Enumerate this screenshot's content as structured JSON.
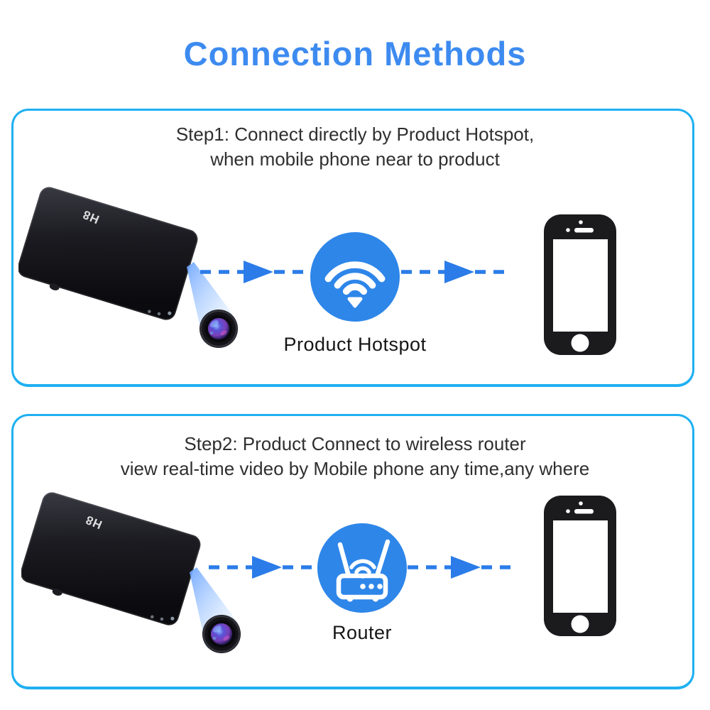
{
  "title": "Connection Methods",
  "colors": {
    "title_blue": "#3d8bf0",
    "panel_border": "#1fb0f2",
    "icon_circle_blue": "#2e86e9",
    "arrow_blue": "#2b7ce9",
    "beam_blue": "#8cbdff",
    "heading_text": "#2f2f2f",
    "device_black": "#17171c"
  },
  "device": {
    "logo": "H8"
  },
  "icons": {
    "hotspot": "wifi-icon",
    "router": "router-icon",
    "phone": "smartphone-icon",
    "device": "powerbank-camera",
    "arrow": "dashed-arrow-right",
    "lens": "camera-lens-icon"
  },
  "step1": {
    "line1": "Step1: Connect directly by Product Hotspot,",
    "line2": "when mobile phone near to product",
    "hotspot_label": "Product Hotspot"
  },
  "step2": {
    "line1": "Step2: Product Connect to wireless router",
    "line2": "view real-time video by Mobile phone any time,any where",
    "router_label": "Router"
  }
}
